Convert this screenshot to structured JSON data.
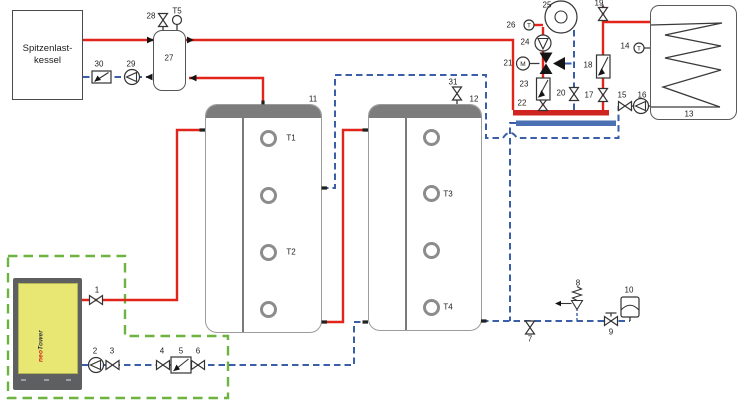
{
  "boiler": {
    "label_line1": "Spitzenlast-",
    "label_line2": "kessel"
  },
  "chp": {
    "brand_prefix": "neo",
    "brand_suffix": "Tower"
  },
  "components": {
    "c1": "1",
    "c2": "2",
    "c3": "3",
    "c4": "4",
    "c5": "5",
    "c6": "6",
    "c7": "7",
    "c8": "8",
    "c9": "9",
    "c10": "10",
    "c11": "11",
    "c12": "12",
    "c13": "13",
    "c14": "14",
    "c15": "15",
    "c16": "16",
    "c17": "17",
    "c18": "18",
    "c19": "19",
    "c20": "20",
    "c21": "21",
    "c22": "22",
    "c23": "23",
    "c24": "24",
    "c25": "25",
    "c26": "26",
    "c27": "27",
    "c28": "28",
    "c29": "29",
    "c30": "30",
    "c31": "31"
  },
  "sensors": {
    "t1": "T1",
    "t2": "T2",
    "t3": "T3",
    "t4": "T4",
    "t5": "T5",
    "letter": "T"
  },
  "actuator": {
    "motor": "M"
  },
  "colors": {
    "supply_red": "#e1251b",
    "return_blue": "#3b5ea9",
    "boundary_green": "#6cb33f",
    "tank_cap_grey": "#7c7c7c",
    "chp_yellow": "#e8e773",
    "valve_black": "#141414"
  }
}
